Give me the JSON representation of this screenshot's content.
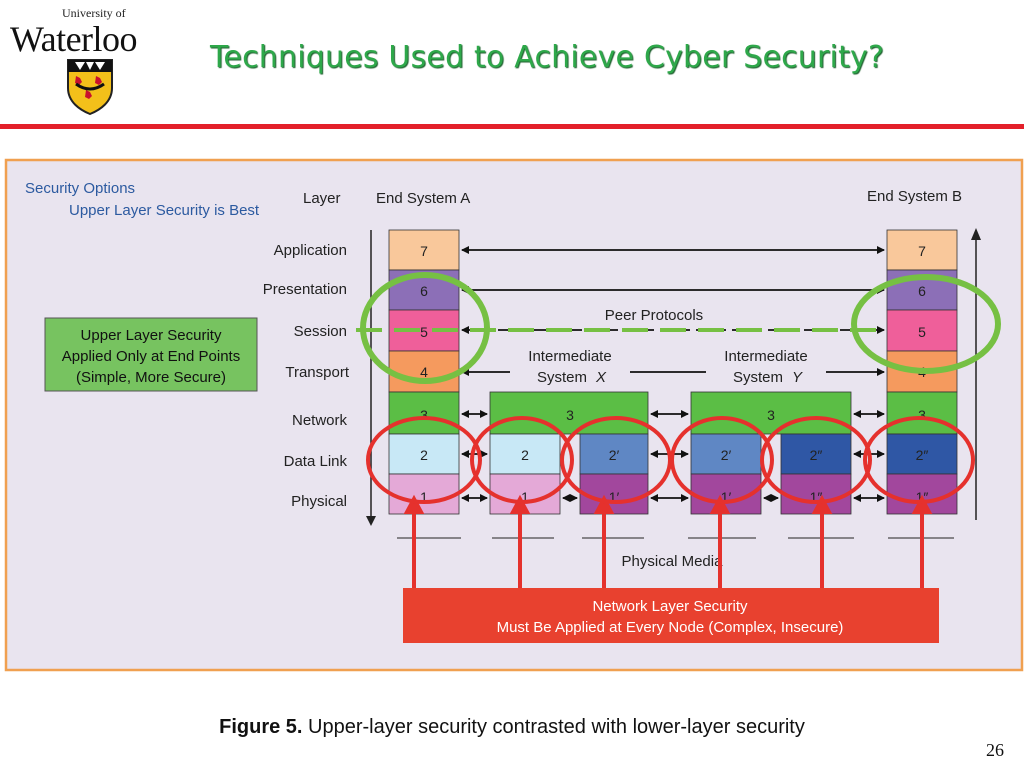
{
  "logo": {
    "university_of": "University of",
    "waterloo": "Waterloo"
  },
  "slide": {
    "title": "Techniques Used to Achieve Cyber Security?",
    "page_number": "26"
  },
  "caption": {
    "figure_label": "Figure 5.",
    "text": "Upper-layer security contrasted with lower-layer security"
  },
  "diagram": {
    "security_options_title": "Security Options",
    "security_options_subtitle": "Upper Layer Security is Best",
    "layer_header": "Layer",
    "end_system_a": "End System A",
    "end_system_b": "End System B",
    "layers": [
      "Application",
      "Presentation",
      "Session",
      "Transport",
      "Network",
      "Data Link",
      "Physical"
    ],
    "a_cells": [
      "7",
      "6",
      "5",
      "4",
      "3",
      "2",
      "1"
    ],
    "b_cells": [
      "7",
      "6",
      "5",
      "4",
      "3",
      "2″",
      "1″"
    ],
    "x_cells": [
      "3",
      "2",
      "1",
      "2′",
      "1′"
    ],
    "y_cells": [
      "3",
      "2′",
      "1′",
      "2″",
      "1″"
    ],
    "peer_protocols": "Peer Protocols",
    "intermediate_x_line1": "Intermediate",
    "intermediate_x_line2": "System",
    "intermediate_x_var": "X",
    "intermediate_y_line1": "Intermediate",
    "intermediate_y_line2": "System",
    "intermediate_y_var": "Y",
    "upper_layer_box": [
      "Upper Layer Security",
      "Applied Only at End Points",
      "(Simple, More Secure)"
    ],
    "physical_media": "Physical Media",
    "network_layer_box": [
      "Network Layer Security",
      "Must Be Applied at Every Node (Complex, Insecure)"
    ],
    "colors": {
      "panel_bg": "#e9e4ef",
      "panel_border": "#f0a050",
      "layer7": "#f9c89b",
      "layer6": "#8c6fb7",
      "layer5": "#ef5f9a",
      "layer4": "#f59a5e",
      "layer3": "#5bbe45",
      "layer2": "#c8e8f6",
      "layer2_dark": "#5f87c4",
      "layer2_darker": "#2f57a5",
      "layer1": "#e4a9d7",
      "layer1_dark": "#a2479d",
      "green_box": "#77c360",
      "red": "#e5312d",
      "green_circle": "#76c043"
    }
  }
}
